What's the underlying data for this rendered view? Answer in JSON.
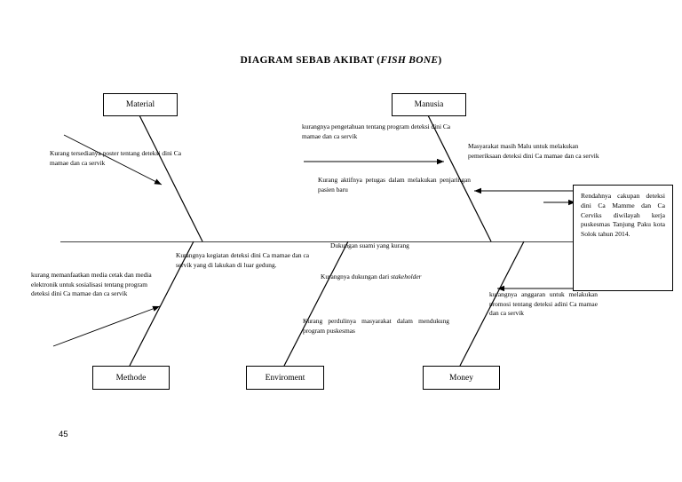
{
  "document": {
    "title_main": "DIAGRAM SEBAB AKIBAT (",
    "title_italic": "FISH BONE",
    "title_close": ")",
    "page_number": "45"
  },
  "diagram": {
    "type": "fishbone",
    "categories_top": [
      {
        "id": "material",
        "label": "Material"
      },
      {
        "id": "manusia",
        "label": "Manusia"
      }
    ],
    "categories_bottom": [
      {
        "id": "methode",
        "label": "Methode"
      },
      {
        "id": "enviroment",
        "label": "Enviroment"
      },
      {
        "id": "money",
        "label": "Money"
      }
    ],
    "effect": {
      "text": "Rendahnya cakupan deteksi dini Ca Mamme dan Ca Cerviks diwilayah kerja puskesmas Tanjung Paku kota Solok tahun 2014."
    },
    "causes": {
      "material_1": "Kurang tersedianya poster tentang deteksi dini Ca mamae dan ca servik",
      "manusia_1": "kurangnya pengetahuan tentang program deteksi dini Ca mamae dan ca servik",
      "manusia_2": "Masyarakat masih Malu untuk melakukan pemeriksaan deteksi dini Ca mamae dan ca servik",
      "manusia_3": "Kurang aktifnya petugas dalam melakukan penjaringan pasien baru",
      "methode_1": "kurang memanfaatkan media cetak dan media  elektronik untuk sosialisasi tentang program deteksi dini Ca mamae dan ca servik",
      "methode_2": "Kurangnya kegiatan deteksi dini Ca mamae dan ca servik yang di lakukan di luar gedung.",
      "enviroment_1": "Dukungan suami yang kurang",
      "enviroment_2_lead": "Kurangnya dukungan dari ",
      "enviroment_2_italic": "stakeholder",
      "enviroment_3": "Kurang perdulinya masyarakat dalam mendukung program puskesmas",
      "money_1": "kurangnya anggaran untuk melakukan promosi tentang deteksi adini Ca mamae dan ca servik"
    }
  }
}
